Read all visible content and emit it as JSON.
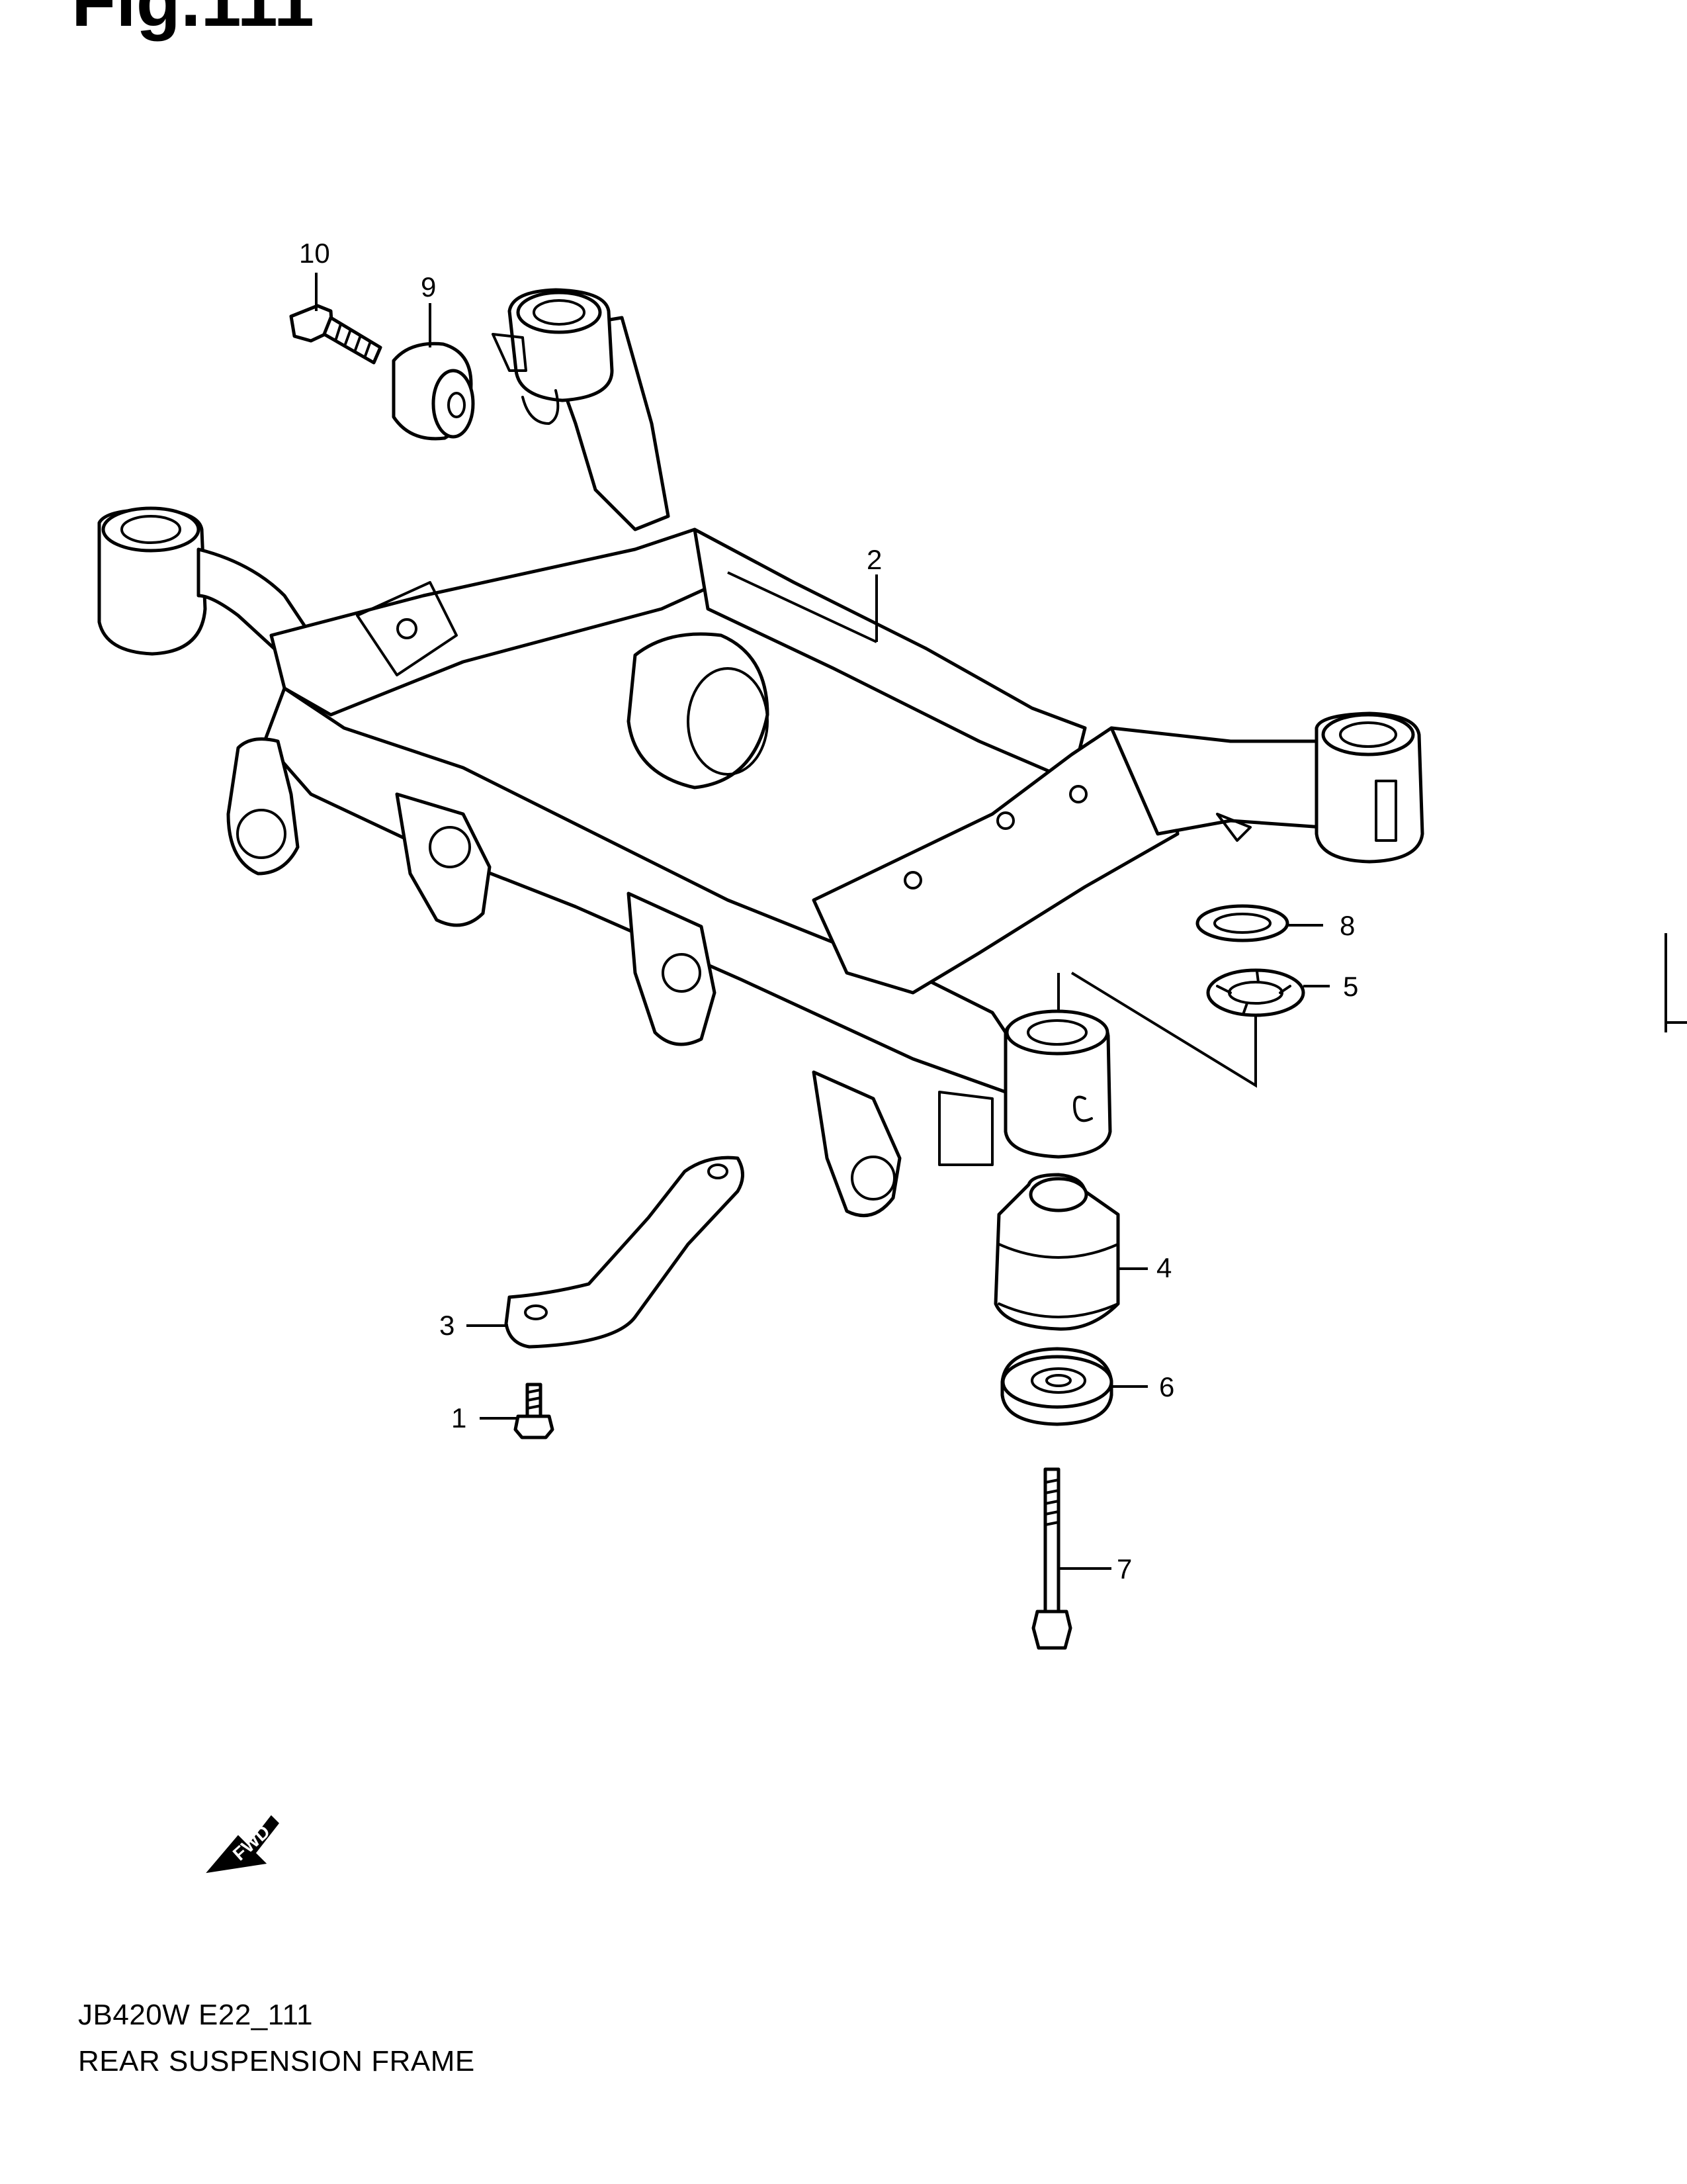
{
  "header": {
    "page_code": "Fig.111"
  },
  "caption": {
    "code": "JB420W E22_111",
    "title": "REAR SUSPENSION FRAME"
  },
  "fwd_label": "FWD",
  "callouts": [
    {
      "number": "1"
    },
    {
      "number": "2"
    },
    {
      "number": "3"
    },
    {
      "number": "4"
    },
    {
      "number": "5"
    },
    {
      "number": "6"
    },
    {
      "number": "7"
    },
    {
      "number": "8"
    },
    {
      "number": "9"
    },
    {
      "number": "10"
    }
  ],
  "colors": {
    "ink": "#000000",
    "paper": "#ffffff"
  }
}
